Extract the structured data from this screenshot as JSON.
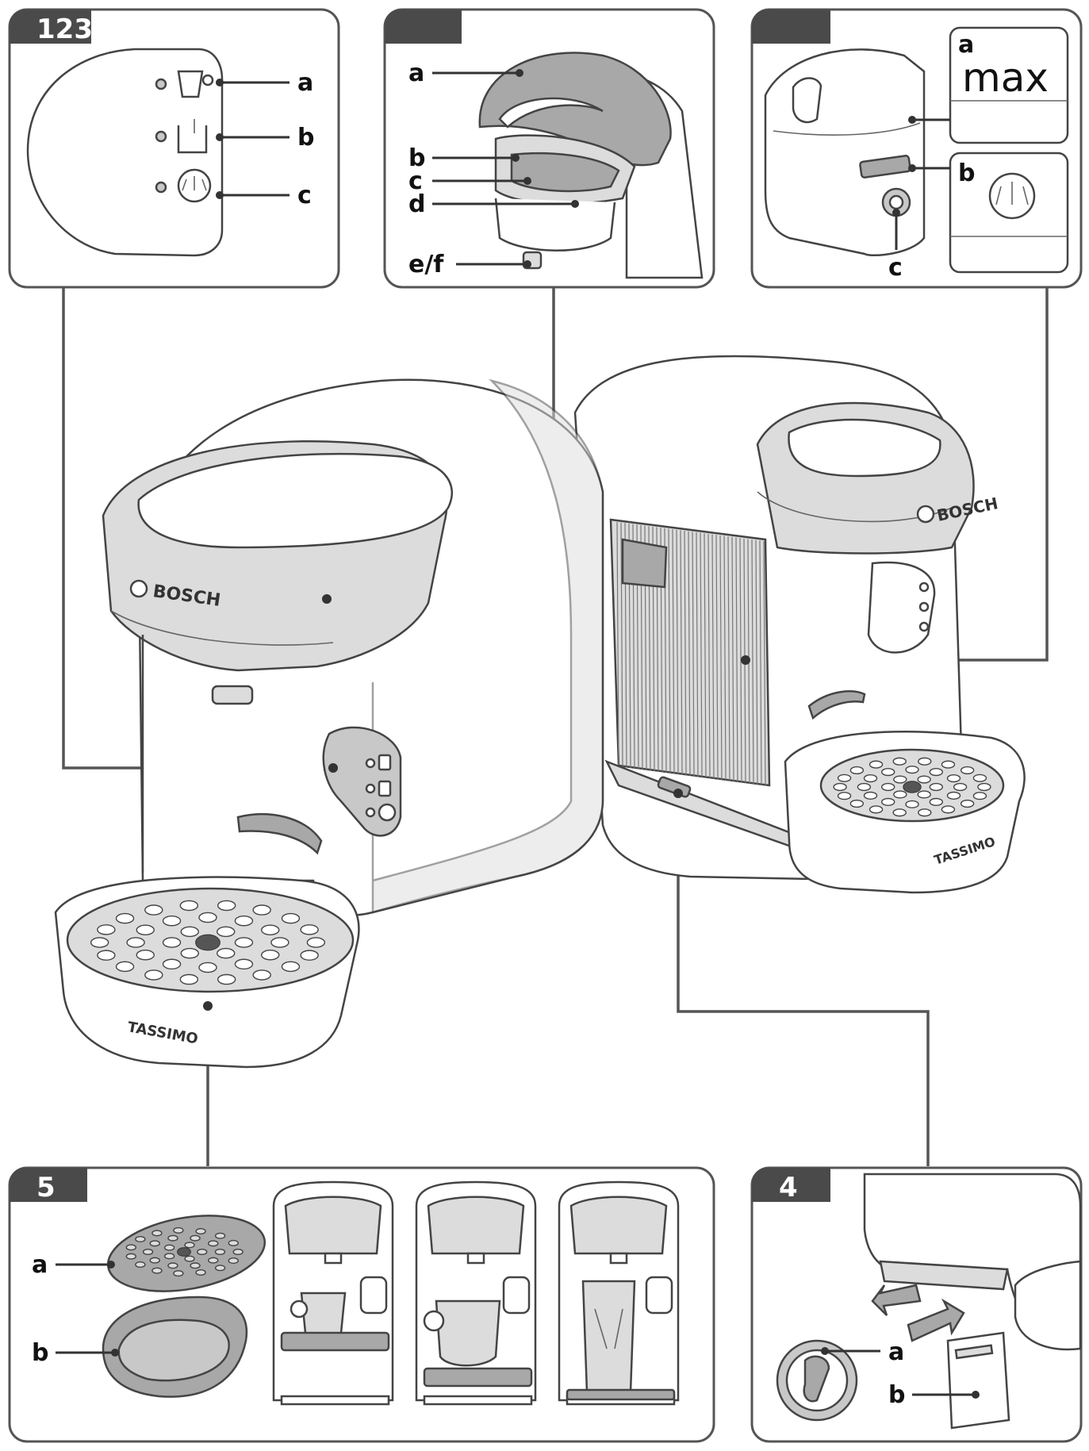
{
  "panels": {
    "panel_123": {
      "number": "123",
      "labels": [
        "a",
        "b",
        "c"
      ]
    },
    "panel_brewing": {
      "labels": [
        "a",
        "b",
        "c",
        "d",
        "e/f"
      ]
    },
    "panel_tank": {
      "labels": [
        "a",
        "b",
        "c"
      ],
      "max_text": "max"
    },
    "panel_5": {
      "number": "5",
      "labels": [
        "a",
        "b"
      ]
    },
    "panel_4": {
      "number": "4",
      "labels": [
        "a",
        "b"
      ]
    }
  },
  "branding": {
    "front_brand": "BOSCH",
    "front_tray_brand": "TASSIMO",
    "back_brand": "BOSCH",
    "back_tray_brand": "TASSIMO"
  },
  "colors": {
    "tab_fill": "#4a4a4a",
    "panel_stroke": "#555555",
    "part_gray": "#a8a8a8"
  }
}
